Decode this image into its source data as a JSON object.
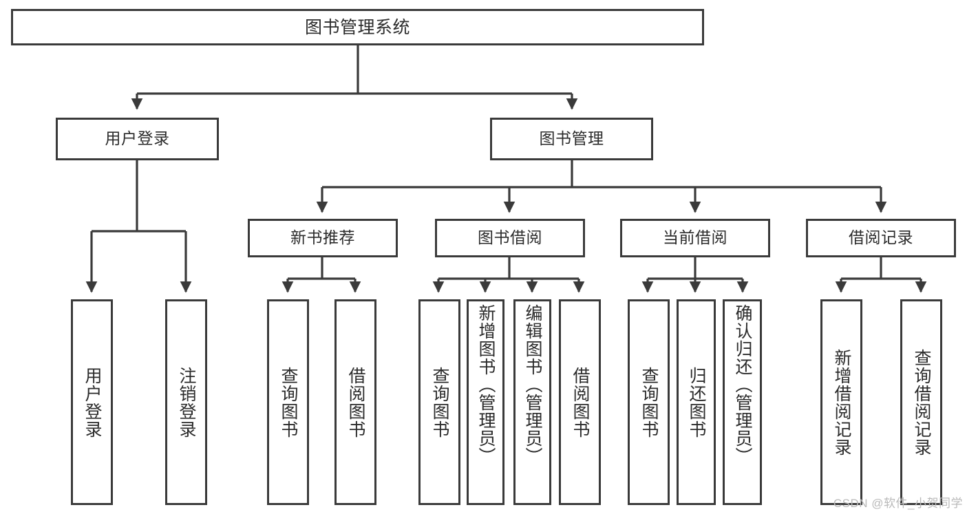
{
  "diagram": {
    "title": "图书管理系统",
    "type": "tree-hierarchy-chart",
    "watermark": "CSDN @软件_小贺同学",
    "colors": {
      "box_border": "#3a3a3a",
      "box_fill": "#ffffff",
      "edge": "#3a3a3a",
      "text": "#2b2b2b",
      "watermark": "#b9b9b9",
      "background": "#ffffff"
    },
    "root": {
      "label": "图书管理系统"
    },
    "level1": [
      {
        "label": "用户登录"
      },
      {
        "label": "图书管理"
      }
    ],
    "level2": [
      {
        "label": "新书推荐"
      },
      {
        "label": "图书借阅"
      },
      {
        "label": "当前借阅"
      },
      {
        "label": "借阅记录"
      }
    ],
    "leaves": {
      "user_login": [
        {
          "label": "用户登录"
        },
        {
          "label": "注销登录"
        }
      ],
      "new_book_recommend": [
        {
          "label": "查询图书"
        },
        {
          "label": "借阅图书"
        }
      ],
      "book_borrow": [
        {
          "label": "查询图书"
        },
        {
          "label": "新增图书（管理员）"
        },
        {
          "label": "编辑图书（管理员）"
        },
        {
          "label": "借阅图书"
        }
      ],
      "current_borrow": [
        {
          "label": "查询图书"
        },
        {
          "label": "归还图书"
        },
        {
          "label": "确认归还（管理员）"
        }
      ],
      "borrow_record": [
        {
          "label": "新增借阅记录"
        },
        {
          "label": "查询借阅记录"
        }
      ]
    }
  }
}
